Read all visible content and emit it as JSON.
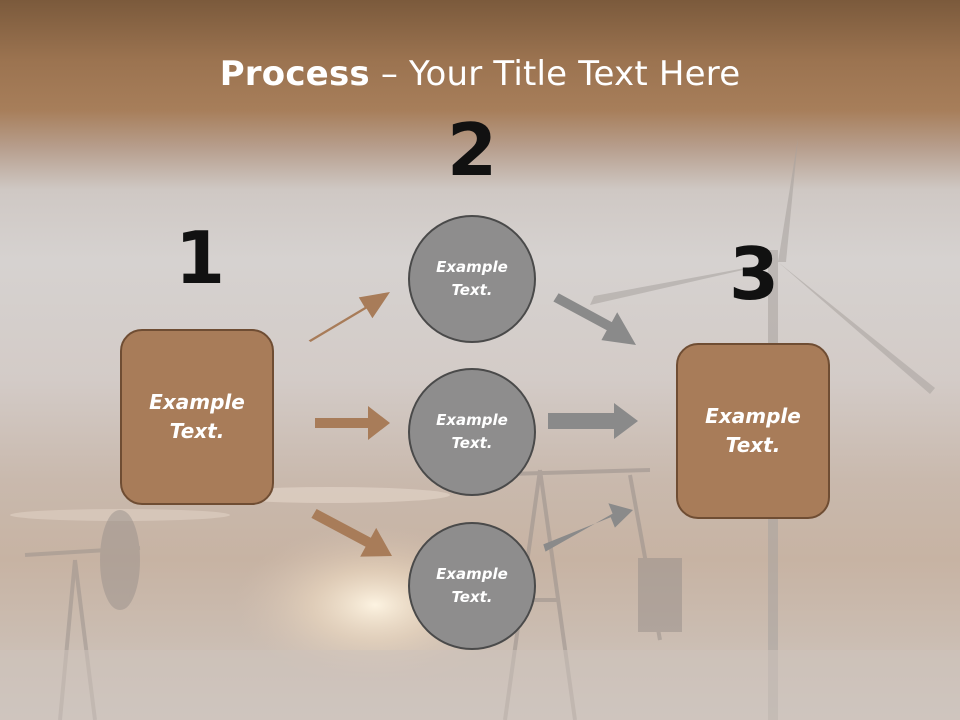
{
  "slide": {
    "title_bold": "Process",
    "title_rest": " – Your Title Text Here",
    "numbers": {
      "one": "1",
      "two": "2",
      "three": "3"
    },
    "left_box": {
      "text": "Example Text."
    },
    "right_box": {
      "text": "Example Text."
    },
    "circles": [
      {
        "text": "Example Text."
      },
      {
        "text": "Example Text."
      },
      {
        "text": "Example Text."
      }
    ]
  },
  "colors": {
    "box_fill": "#a87c59",
    "circle_fill": "#8e8d8d",
    "arrow_brown": "#a87c59",
    "arrow_gray": "#8a8a8a"
  },
  "icons": [
    "arrow-right-icon",
    "arrow-up-right-icon",
    "arrow-down-right-icon"
  ]
}
